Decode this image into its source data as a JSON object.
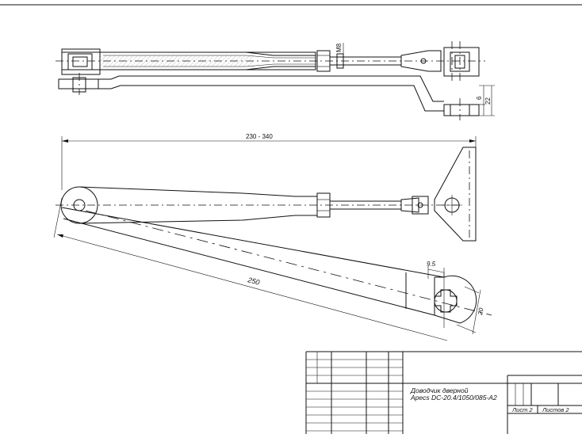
{
  "dimensions": {
    "top_thread": "M8",
    "top_small": "6",
    "top_large": "22",
    "width_range": "230 - 340",
    "arm_length": "250",
    "spline_offset": "9.5",
    "spline_width": "20"
  },
  "title_block": {
    "title_line1": "Доводчик дверной",
    "title_line2": "Apecs DC-20.4/1050/085-A2",
    "sheet_label": "Лист 2",
    "sheets_label": "Листов 2"
  }
}
